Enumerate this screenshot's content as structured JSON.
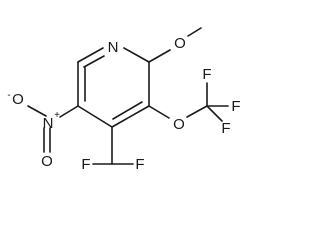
{
  "molecule": {
    "atoms": {
      "ring_n": "N",
      "methoxy_o": "O",
      "trifluoromethoxy_o": "O",
      "f_cf3_a": "F",
      "f_cf3_b": "F",
      "f_cf3_c": "F",
      "nitro_n": "N",
      "nitro_n_charge": "+",
      "nitro_o_top": "O",
      "nitro_o_top_charge": "-",
      "nitro_o_bottom": "O",
      "f_chf2_left": "F",
      "f_chf2_right": "F"
    }
  }
}
